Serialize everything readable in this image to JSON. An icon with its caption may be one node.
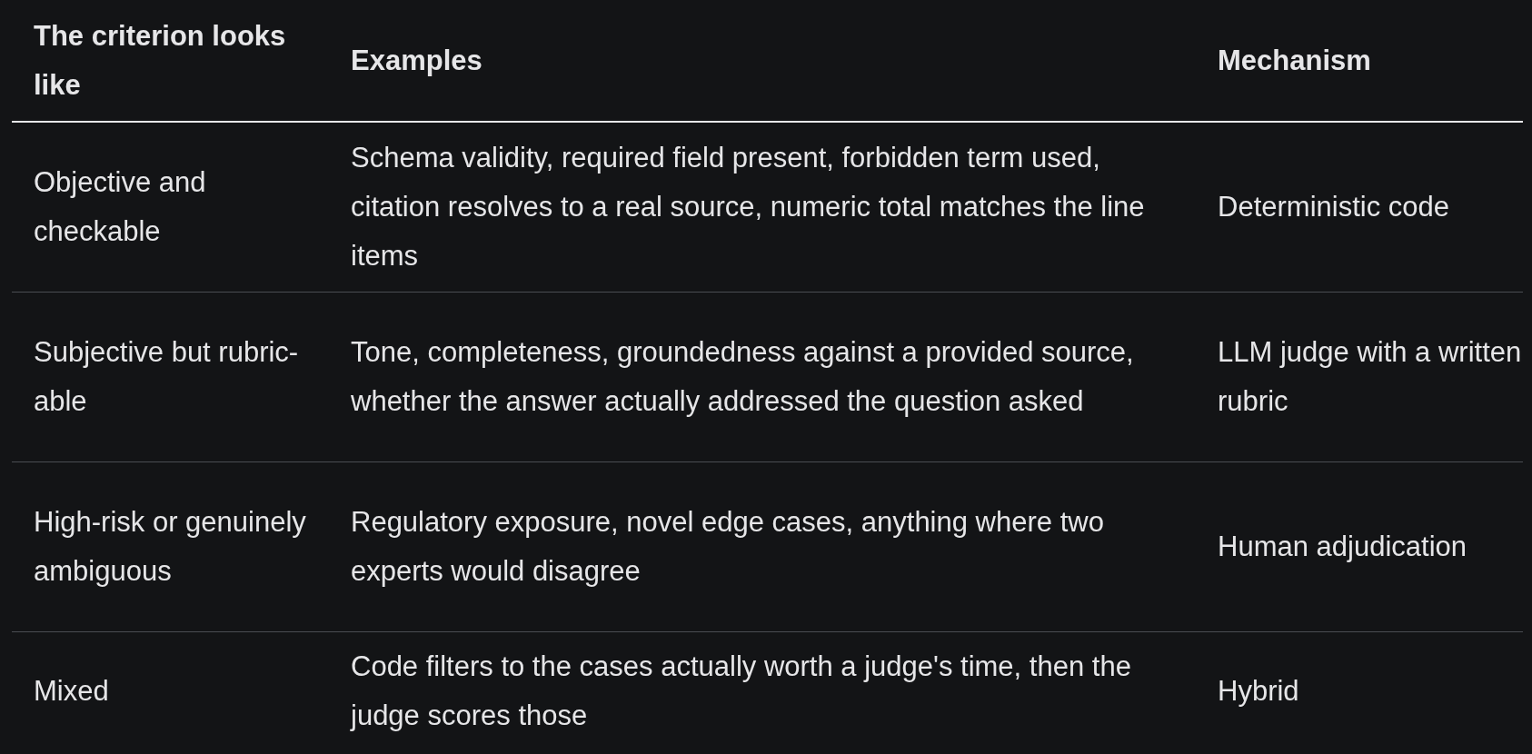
{
  "diagram": {
    "labels": [
      "The criterion looks like",
      "Examples",
      "Mechanism",
      "Objective and checkable",
      "Schema validity, required field present, forbidden term used, citation resolves to a real source, numeric total matches the line items",
      "Deterministic code",
      "Subjective but rubric-able",
      "Tone, completeness, groundedness against a provided source, whether the answer actually addressed the question asked",
      "LLM judge with a written rubric",
      "High-risk or genuinely ambiguous",
      "Regulatory exposure, novel edge cases, anything where two experts would disagree",
      "Human adjudication",
      "Mixed",
      "Code filters to the cases actually worth a judge's time, then the judge scores those",
      "Hybrid"
    ]
  }
}
